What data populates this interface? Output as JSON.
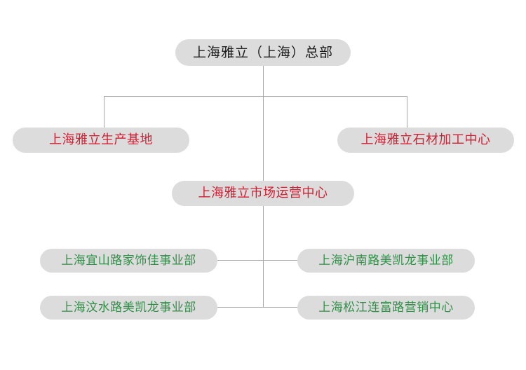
{
  "chart_data": {
    "type": "diagram",
    "diagram_type": "organizational-chart",
    "title": "",
    "orientation": "top-down",
    "colors": {
      "node_background": "#dcdcdc",
      "connector": "#a8a8a8",
      "page_background": "#ffffff",
      "level1_text": "#1a1a1a",
      "level2_text": "#d41e32",
      "level3_text": "#d41e32",
      "level4_text": "#2f9147"
    },
    "nodes": [
      {
        "id": "hq",
        "label": "上海雅立（上海）总部",
        "level": 1,
        "color": "#1a1a1a"
      },
      {
        "id": "prod",
        "label": "上海雅立生产基地",
        "level": 2,
        "color": "#d41e32"
      },
      {
        "id": "stone",
        "label": "上海雅立石材加工中心",
        "level": 2,
        "color": "#d41e32"
      },
      {
        "id": "market",
        "label": "上海雅立市场运营中心",
        "level": 3,
        "color": "#d41e32"
      },
      {
        "id": "div-a",
        "label": "上海宜山路家饰佳事业部",
        "level": 4,
        "color": "#2f9147"
      },
      {
        "id": "div-b",
        "label": "上海沪南路美凯龙事业部",
        "level": 4,
        "color": "#2f9147"
      },
      {
        "id": "div-c",
        "label": "上海汶水路美凯龙事业部",
        "level": 4,
        "color": "#2f9147"
      },
      {
        "id": "div-d",
        "label": "上海松江连富路营销中心",
        "level": 4,
        "color": "#2f9147"
      }
    ],
    "edges": [
      {
        "from": "hq",
        "to": "prod"
      },
      {
        "from": "hq",
        "to": "stone"
      },
      {
        "from": "hq",
        "to": "market"
      },
      {
        "from": "market",
        "to": "div-a"
      },
      {
        "from": "market",
        "to": "div-b"
      },
      {
        "from": "market",
        "to": "div-c"
      },
      {
        "from": "market",
        "to": "div-d"
      }
    ]
  },
  "org": {
    "headquarters": {
      "label": "上海雅立（上海）总部"
    },
    "production": {
      "label": "上海雅立生产基地"
    },
    "stone": {
      "label": "上海雅立石材加工中心"
    },
    "market": {
      "label": "上海雅立市场运营中心"
    },
    "divisions": [
      {
        "label": "上海宜山路家饰佳事业部"
      },
      {
        "label": "上海沪南路美凯龙事业部"
      },
      {
        "label": "上海汶水路美凯龙事业部"
      },
      {
        "label": "上海松江连富路营销中心"
      }
    ]
  }
}
